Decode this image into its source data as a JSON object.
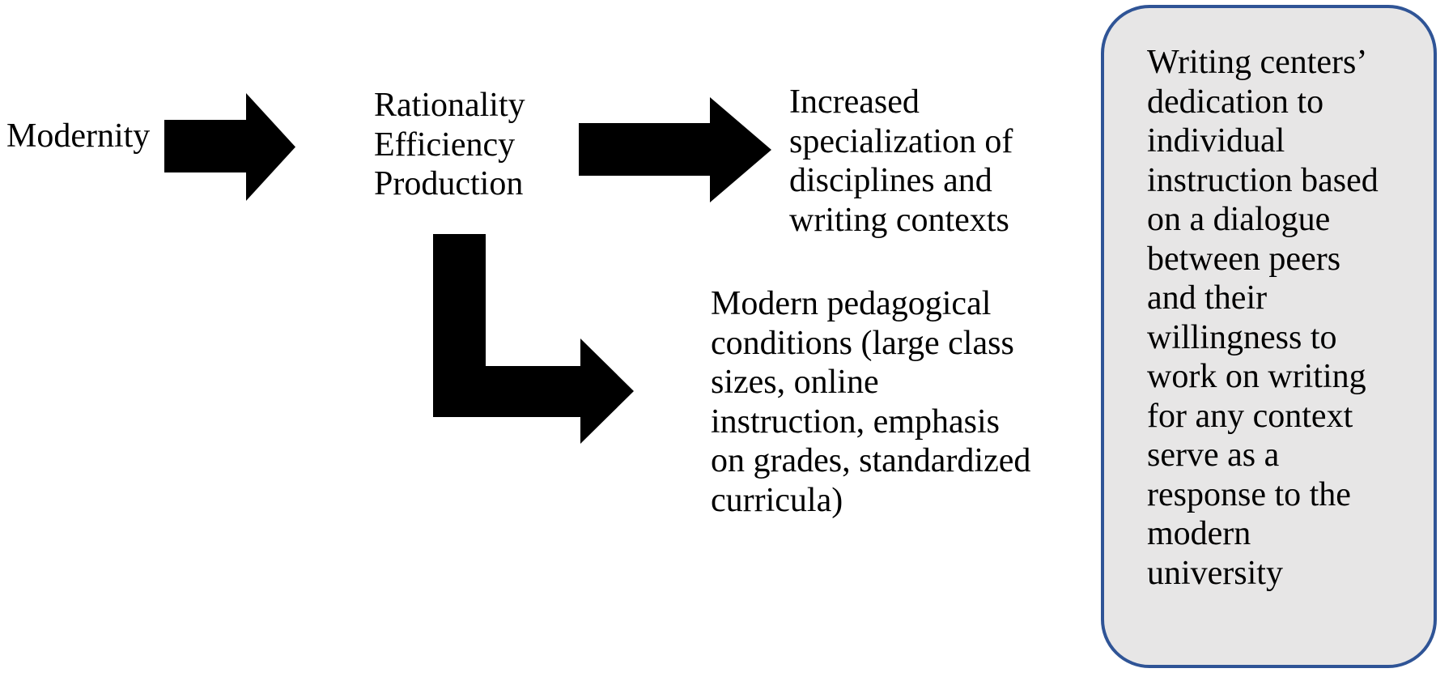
{
  "colors": {
    "arrow": "#000000",
    "text": "#000000",
    "box_border": "#2F5496",
    "box_fill": "#E7E6E6",
    "background": "#FFFFFF"
  },
  "diagram": {
    "modernity": {
      "label": "Modernity"
    },
    "rationality": {
      "label": "Rationality\nEfficiency\nProduction"
    },
    "specialization": {
      "label": "Increased\nspecialization of\ndisciplines and\nwriting contexts"
    },
    "pedagogical": {
      "label": "Modern pedagogical\nconditions (large class\nsizes, online\ninstruction, emphasis\non grades, standardized\ncurricula)"
    },
    "writing_centers_box": {
      "label": "Writing centers’\ndedication to\nindividual\ninstruction based\non a dialogue\nbetween peers\nand their\nwillingness to\nwork on writing\nfor any context\nserve as a\nresponse to the\nmodern\nuniversity"
    }
  }
}
